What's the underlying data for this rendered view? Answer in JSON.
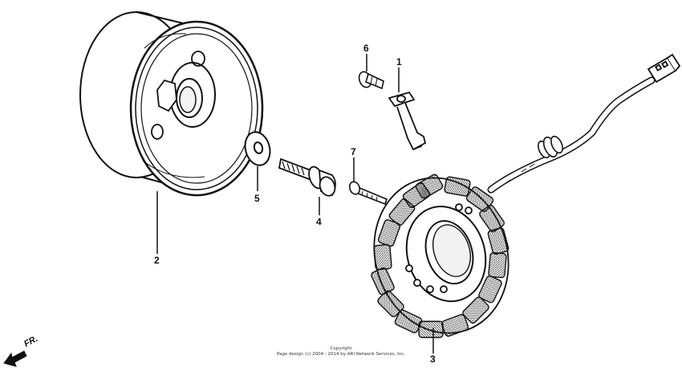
{
  "diagram": {
    "callouts": {
      "c1": "1",
      "c2": "2",
      "c3": "3",
      "c4": "4",
      "c5": "5",
      "c6": "6",
      "c7": "7"
    },
    "direction_label": "FR.",
    "copyright_line1": "Copyright",
    "copyright_line2": "Page design (c) 2004 - 2014 by ARI Network Services, Inc."
  }
}
